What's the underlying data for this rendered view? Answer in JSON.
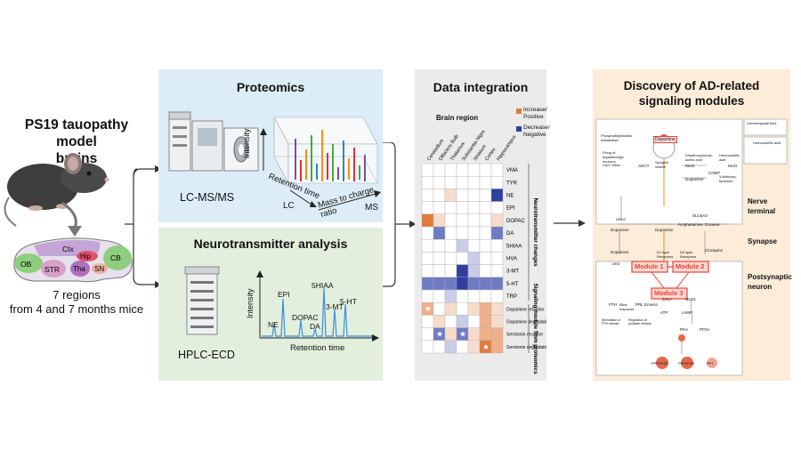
{
  "left": {
    "title": "PS19 tauopathy model brains",
    "title_line1": "PS19 tauopathy model",
    "title_line2": "brains",
    "regions": [
      "OB",
      "Ctx",
      "Hip",
      "CB",
      "STR",
      "Tha",
      "SN"
    ],
    "caption_line1": "7 regions",
    "caption_line2": "from 4 and 7 months mice"
  },
  "proteomics": {
    "title": "Proteomics",
    "instrument": "LC-MS/MS",
    "axis_intensity": "Intensity",
    "axis_retention": "Retention time",
    "axis_mz": "Mass to charge ratio",
    "label_lc": "LC",
    "label_ms": "MS",
    "bg_color": "#dcedf7"
  },
  "neuro": {
    "title": "Neurotransmitter analysis",
    "instrument": "HPLC-ECD",
    "axis_intensity": "Intensity",
    "axis_retention": "Retention time",
    "peaks": [
      "NE",
      "EPI",
      "DOPAC",
      "DA",
      "5HIAA",
      "3-MT",
      "5-HT"
    ],
    "bg_color": "#e2efdc"
  },
  "integration": {
    "title": "Data integration",
    "brain_region_label": "Brain region",
    "columns": [
      "Cerebellum",
      "Olfactory Bulb",
      "Thalamus",
      "Substantia Nigra",
      "Striatum",
      "Cortex",
      "Hippocampus"
    ],
    "rows": [
      "VMA",
      "TYR",
      "NE",
      "EPI",
      "DOPAC",
      "DA",
      "5HIAA",
      "HVA",
      "3-MT",
      "5-HT",
      "TRP",
      "Dopamine receptor",
      "Dopamine degradation",
      "Serotonin receptor",
      "Serotonin degradation"
    ],
    "legend_increase": "Increase/ Positive",
    "legend_decrease": "Decrease/ Negative",
    "legend_increase_color": "#e07b39",
    "legend_decrease_color": "#2e3f9e",
    "group1_label": "Neurotransmitter changes",
    "group2_label": "Signaling module from proteomics",
    "bg_color": "#ebebeb"
  },
  "discovery": {
    "title": "Discovery of AD-related signaling modules",
    "title_line1": "Discovery of AD-related",
    "title_line2": "signaling modules",
    "sections": [
      "Nerve terminal",
      "Synapse",
      "Postsynaptic neuron"
    ],
    "modules": [
      "Module 1",
      "Module 2",
      "Module 3"
    ],
    "nodes": {
      "dopamine": "Dopamine",
      "phospholipid": "Phosphatidylinositol metabolism",
      "firing": "Firing of dopaminergic neurons",
      "ca": "Ca2+ influx",
      "adcy": "ADCY",
      "vmat": "VMAT",
      "synaptic_vesicle": "Synaptic vesicle",
      "dihydroxyphenyl": "Dihydroxyphenyl-acetic acid",
      "homovanillic": "Homovanillic acid",
      "mao1": "MAO",
      "mao2": "MAO",
      "comt": "COMT",
      "methoxytyramine": "3-Methoxy-tyramine",
      "drd2": "DRD2",
      "slc6a3": "SLC6A3",
      "amphetamine": "Amphetamine",
      "cocaine": "Cocaine",
      "csf": "Cerebrospinal fluid",
      "homovanillic2": "Homovanillic acid",
      "d1": "D1-type Receptors",
      "d2": "D2-type Receptors",
      "clozapine": "Clozapine",
      "calyx": "CALY",
      "ncs1": "NCS1",
      "drd": "DRD",
      "pth": "PTH",
      "blink": "Blink response",
      "prl": "PRL",
      "emesis": "Emesis",
      "atp": "ATP",
      "camp": "cAMP",
      "pka": "PKA",
      "pp2a": "PP2A",
      "stim_pth": "Stimulation of PTH release",
      "reg_prl": "Regulation of prolactin release",
      "ppp1r1b_a": "PPP1R1B",
      "ppp1r1b_b": "PPP1R1B",
      "pp1": "PP1"
    },
    "bg_color": "#fcecd8",
    "module_color": "#e8433a"
  }
}
